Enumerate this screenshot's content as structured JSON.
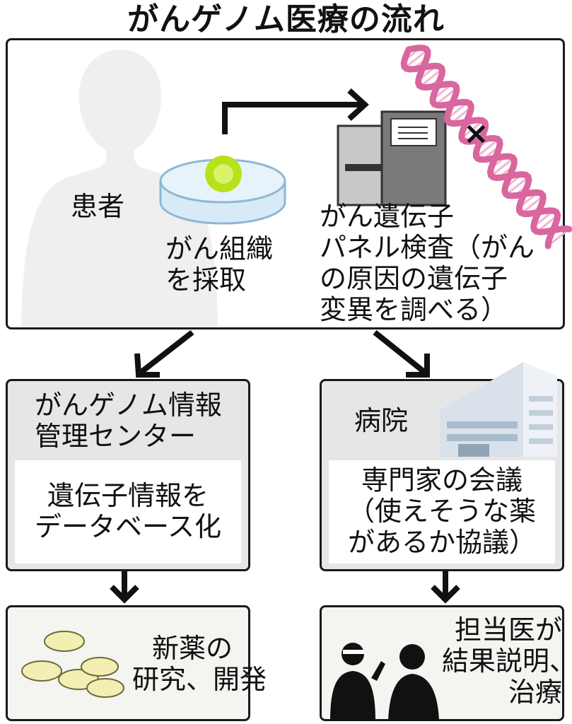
{
  "title": "がんゲノム医療の流れ",
  "patient_label": "患者",
  "tissue_label": [
    "がん組織",
    "を採取"
  ],
  "panel_test_label": [
    "がん遺伝子",
    "パネル検査（がん",
    "の原因の遺伝子",
    "変異を調べる）"
  ],
  "genome_center": {
    "title": [
      "がんゲノム情報",
      "管理センター"
    ],
    "content": [
      "遺伝子情報を",
      "データベース化"
    ]
  },
  "hospital": {
    "title": "病院",
    "content": [
      "専門家の会議",
      "（使えそうな薬",
      "があるか協議）"
    ]
  },
  "drug_development": [
    "新薬の",
    "研究、開発"
  ],
  "doctor_explanation": [
    "担当医が",
    "結果説明、",
    "治療"
  ],
  "icons": [
    "person-silhouette-icon",
    "petri-dish-icon",
    "sequencer-machine-icon",
    "dna-helix-icon",
    "hospital-building-icon",
    "pills-icon",
    "doctors-silhouette-icon"
  ],
  "colors": {
    "dna": "#d9669e",
    "tissue": "#b5e21a",
    "dish": "#cfe7f6",
    "box_gray": "#e6e6e6"
  }
}
